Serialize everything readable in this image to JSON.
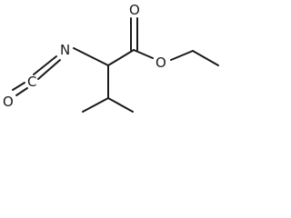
{
  "atoms": {
    "o_isocyanate": "O",
    "c_isocyanate": "C",
    "n_isocyanate": "N",
    "o_carbonyl": "O",
    "o_ester": "O"
  },
  "colors": {
    "bond": "#1a1a1a",
    "background": "#ffffff"
  }
}
